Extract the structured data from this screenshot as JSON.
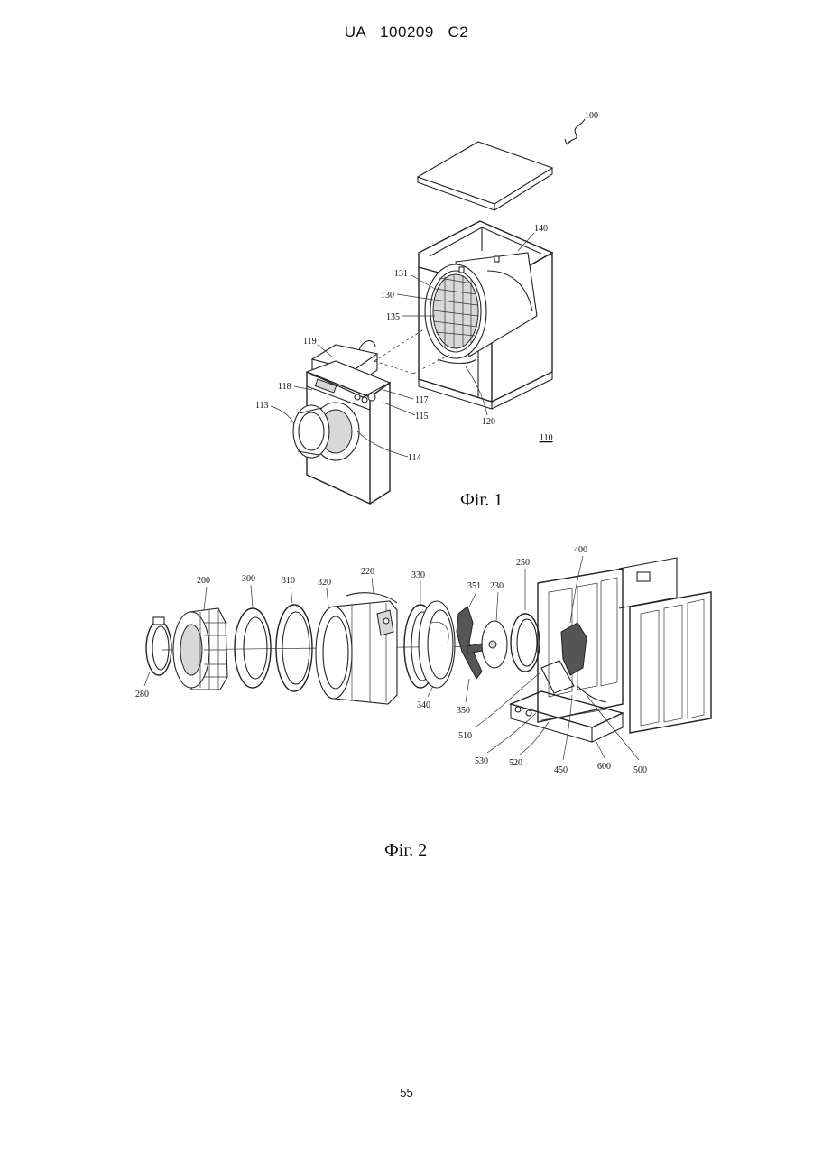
{
  "header": {
    "doc_number": "UA   100209   C2"
  },
  "figure1": {
    "caption": "Фіг. 1",
    "labels": {
      "r100": "100",
      "r140": "140",
      "r131": "131",
      "r130": "130",
      "r135": "135",
      "r119": "119",
      "r118": "118",
      "r113": "113",
      "r117": "117",
      "r115": "115",
      "r120": "120",
      "r114": "114",
      "r110": "110"
    }
  },
  "figure2": {
    "caption": "Фіг. 2",
    "labels": {
      "r200": "200",
      "r300": "300",
      "r310": "310",
      "r320": "320",
      "r220": "220",
      "r330": "330",
      "r351": "351",
      "r230": "230",
      "r250": "250",
      "r400": "400",
      "r280": "280",
      "r340": "340",
      "r350": "350",
      "r510": "510",
      "r530": "530",
      "r520": "520",
      "r450": "450",
      "r600": "600",
      "r500": "500"
    }
  },
  "footer": {
    "page_number": "55"
  }
}
